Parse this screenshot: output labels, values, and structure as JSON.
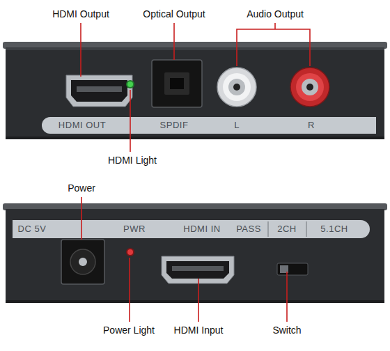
{
  "diagram": {
    "labels": [
      "HDMI Output",
      "Optical Output",
      "Audio Output",
      "HDMI OUT",
      "SPDIF",
      "L",
      "R",
      "HDMI Light",
      "Power",
      "DC 5V",
      "PWR",
      "HDMI IN",
      "PASS",
      "2CH",
      "5.1CH",
      "Power Light",
      "HDMI Input",
      "Switch"
    ]
  }
}
